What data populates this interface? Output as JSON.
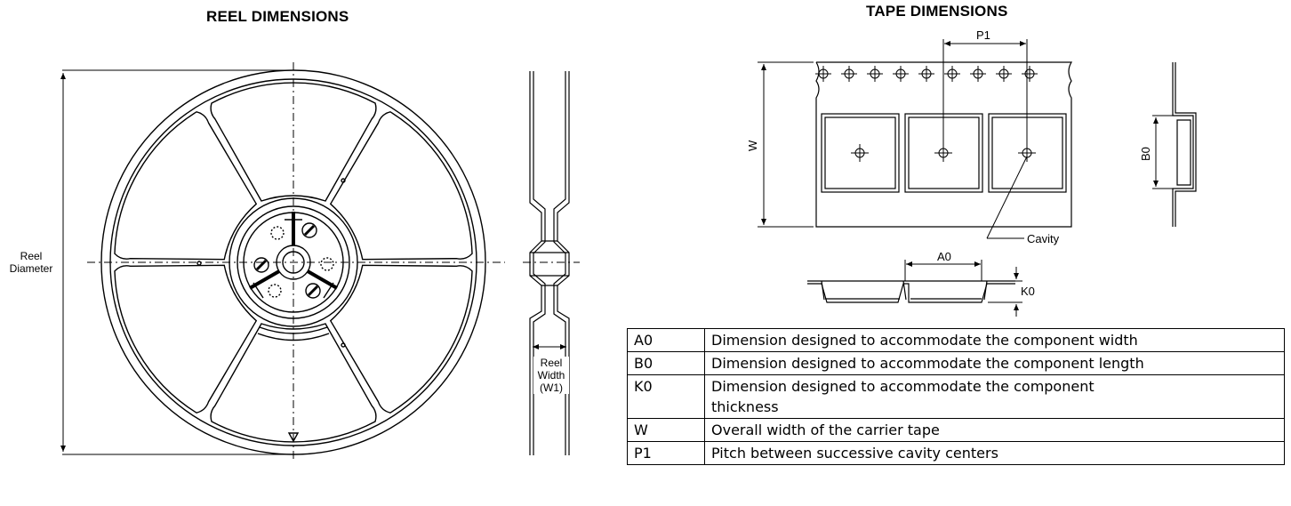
{
  "reel": {
    "title": "REEL DIMENSIONS",
    "diameter_label_line1": "Reel",
    "diameter_label_line2": "Diameter",
    "width_label_line1": "Reel",
    "width_label_line2": "Width",
    "width_label_line3": "(W1)"
  },
  "tape": {
    "title": "TAPE DIMENSIONS",
    "p1_label": "P1",
    "w_label": "W",
    "b0_label": "B0",
    "a0_label": "A0",
    "k0_label": "K0",
    "cavity_label": "Cavity"
  },
  "legend": {
    "rows": [
      {
        "symbol": "A0",
        "description": "Dimension designed to accommodate the component width"
      },
      {
        "symbol": "B0",
        "description": "Dimension designed to accommodate the component length"
      },
      {
        "symbol": "K0",
        "description": "Dimension designed to accommodate the component thickness"
      },
      {
        "symbol": "W",
        "description": "Overall width of the carrier tape"
      },
      {
        "symbol": "P1",
        "description": "Pitch between successive cavity centers"
      }
    ]
  }
}
